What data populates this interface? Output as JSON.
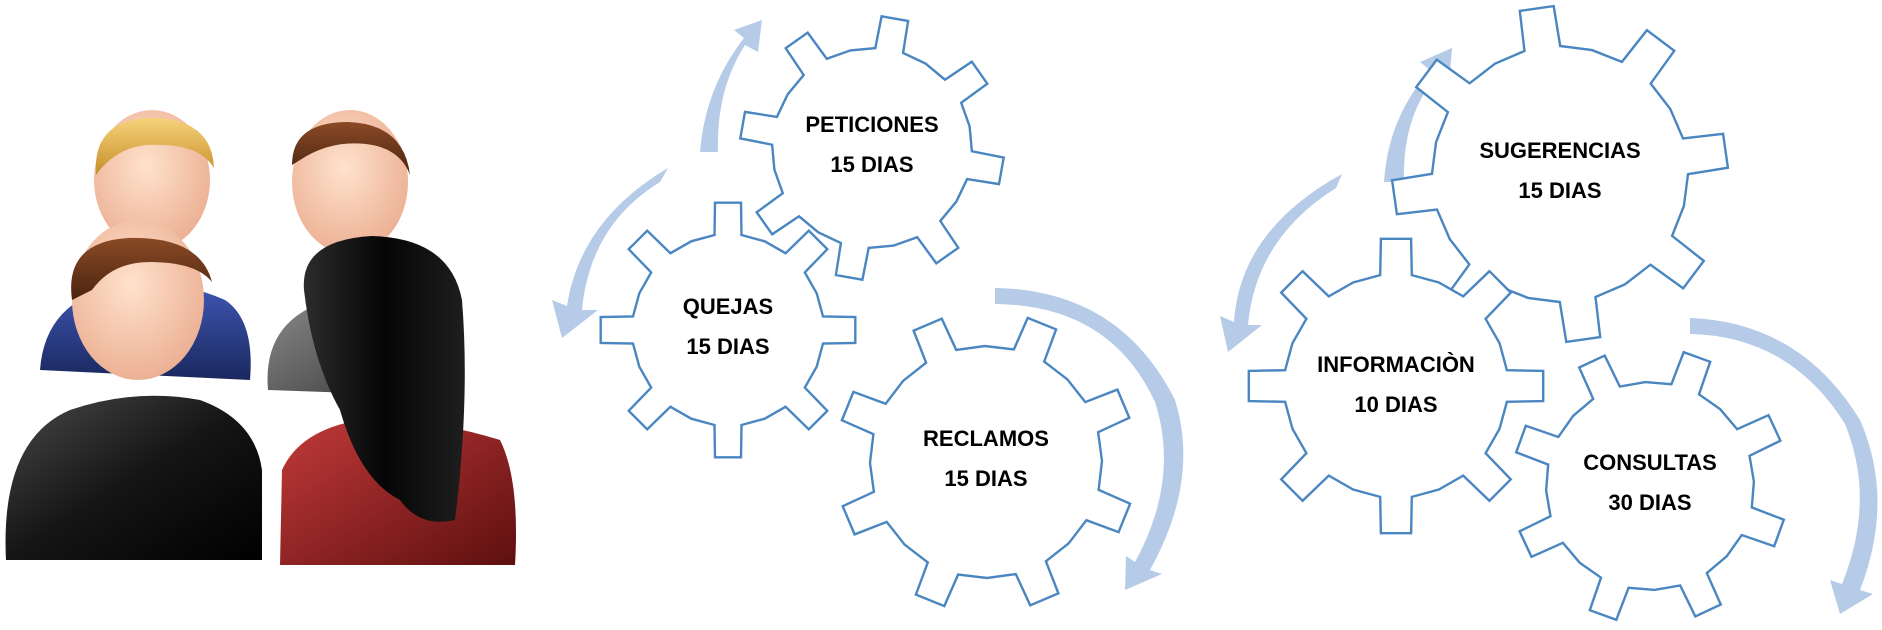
{
  "colors": {
    "gear_stroke": "#4a86c0",
    "arrow_fill": "#b5cbe8",
    "background": "#ffffff",
    "label": "#000000"
  },
  "illustration": {
    "icon": "user-group-icon",
    "people": [
      {
        "role": "blond-man",
        "shirt": "#2d3f8c",
        "hair": "#e2b34c"
      },
      {
        "role": "brown-hair-man-grey-suit",
        "shirt": "#5a5a5a",
        "hair": "#6b3a1e"
      },
      {
        "role": "brown-hair-man-black-shirt",
        "shirt": "#141414",
        "hair": "#6b3a1e"
      },
      {
        "role": "black-hair-woman",
        "shirt": "#8c1b1b",
        "hair": "#0c0c0c"
      }
    ]
  },
  "gears": [
    {
      "id": "peticiones",
      "line1": "PETICIONES",
      "line2": "15 DIAS"
    },
    {
      "id": "quejas",
      "line1": "QUEJAS",
      "line2": "15 DIAS"
    },
    {
      "id": "reclamos",
      "line1": "RECLAMOS",
      "line2": "15 DIAS"
    },
    {
      "id": "sugerencias",
      "line1": "SUGERENCIAS",
      "line2": "15 DIAS"
    },
    {
      "id": "informacion",
      "line1": "INFORMACIÒN",
      "line2": "10 DIAS"
    },
    {
      "id": "consultas",
      "line1": "CONSULTAS",
      "line2": "30 DIAS"
    }
  ]
}
